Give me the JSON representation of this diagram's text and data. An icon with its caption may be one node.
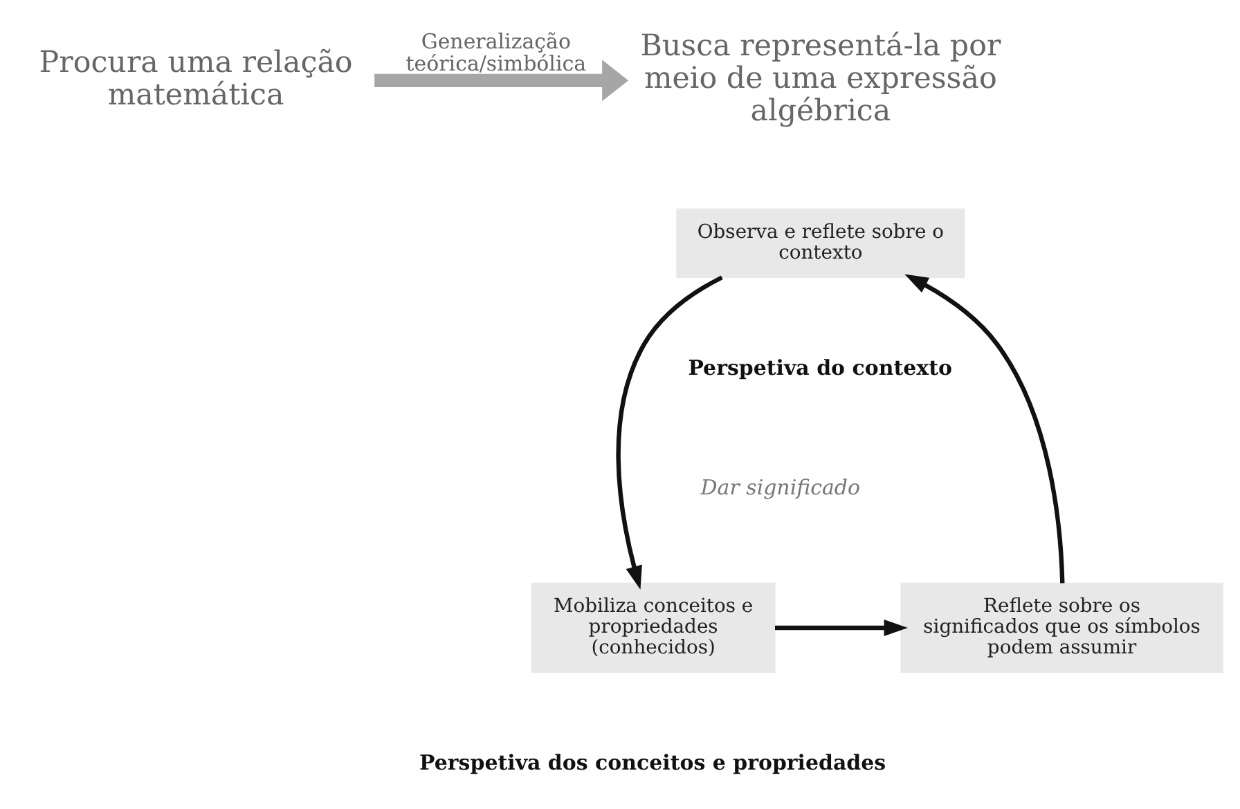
{
  "diagram": {
    "nodes": [
      {
        "text": [
          "Procura uma relação matemática"
        ]
      },
      {
        "text": [
          "Busca representá-la por meio de uma expressão algébrica"
        ]
      },
      {
        "text": [
          "Observa e reflete sobre o contexto"
        ]
      },
      {
        "text": [
          "Mobiliza conceitos e propriedades (conhecidos)"
        ]
      },
      {
        "text": [
          "Reflete sobre os significados que os símbolos podem assumir"
        ]
      }
    ],
    "edges": [
      {
        "from": 0,
        "to": 1,
        "arrow": "to",
        "label": "Generalização teórica/simbólica",
        "style": "thick",
        "color": "#a6a6a6"
      },
      {
        "from": 2,
        "to": 3,
        "arrow": "to"
      },
      {
        "from": 3,
        "to": 4,
        "arrow": "to"
      },
      {
        "from": 4,
        "to": 2,
        "arrow": "to"
      }
    ],
    "labels": [
      "Perspetiva do contexto",
      "Dar significado",
      "Perspetiva dos conceitos e propriedades"
    ]
  }
}
